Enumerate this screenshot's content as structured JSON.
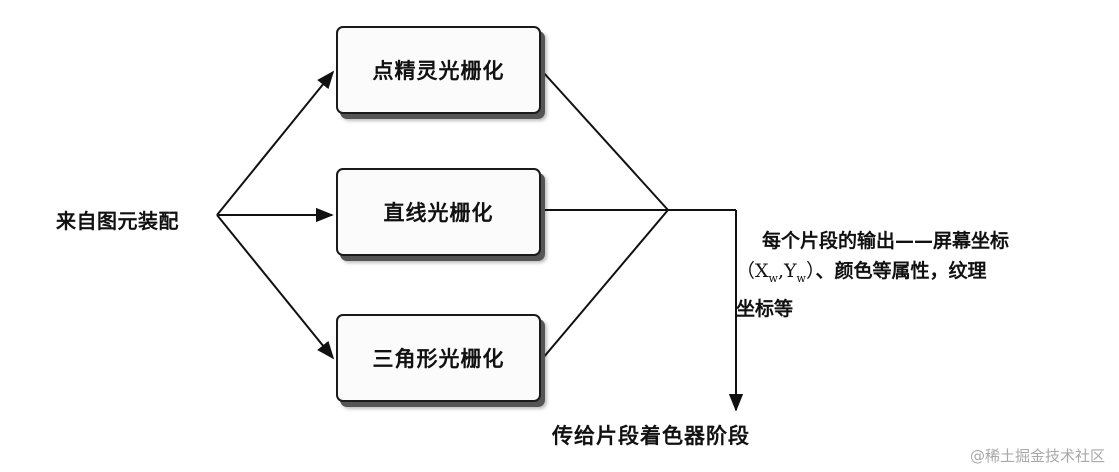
{
  "diagram": {
    "input_label": "来自图元装配",
    "rasterizers": [
      "点精灵光栅化",
      "直线光栅化",
      "三角形光栅化"
    ],
    "output_label": "传给片段着色器阶段",
    "annotation": {
      "line1": "每个片段的输出——屏幕坐标",
      "coord_open": "（X",
      "coord_sub1": "w",
      "coord_mid": ",Y",
      "coord_sub2": "w",
      "coord_close": "）",
      "line2_rest": "、颜色等属性，纹理",
      "line3": "坐标等"
    }
  },
  "watermark": "@稀土掘金技术社区"
}
